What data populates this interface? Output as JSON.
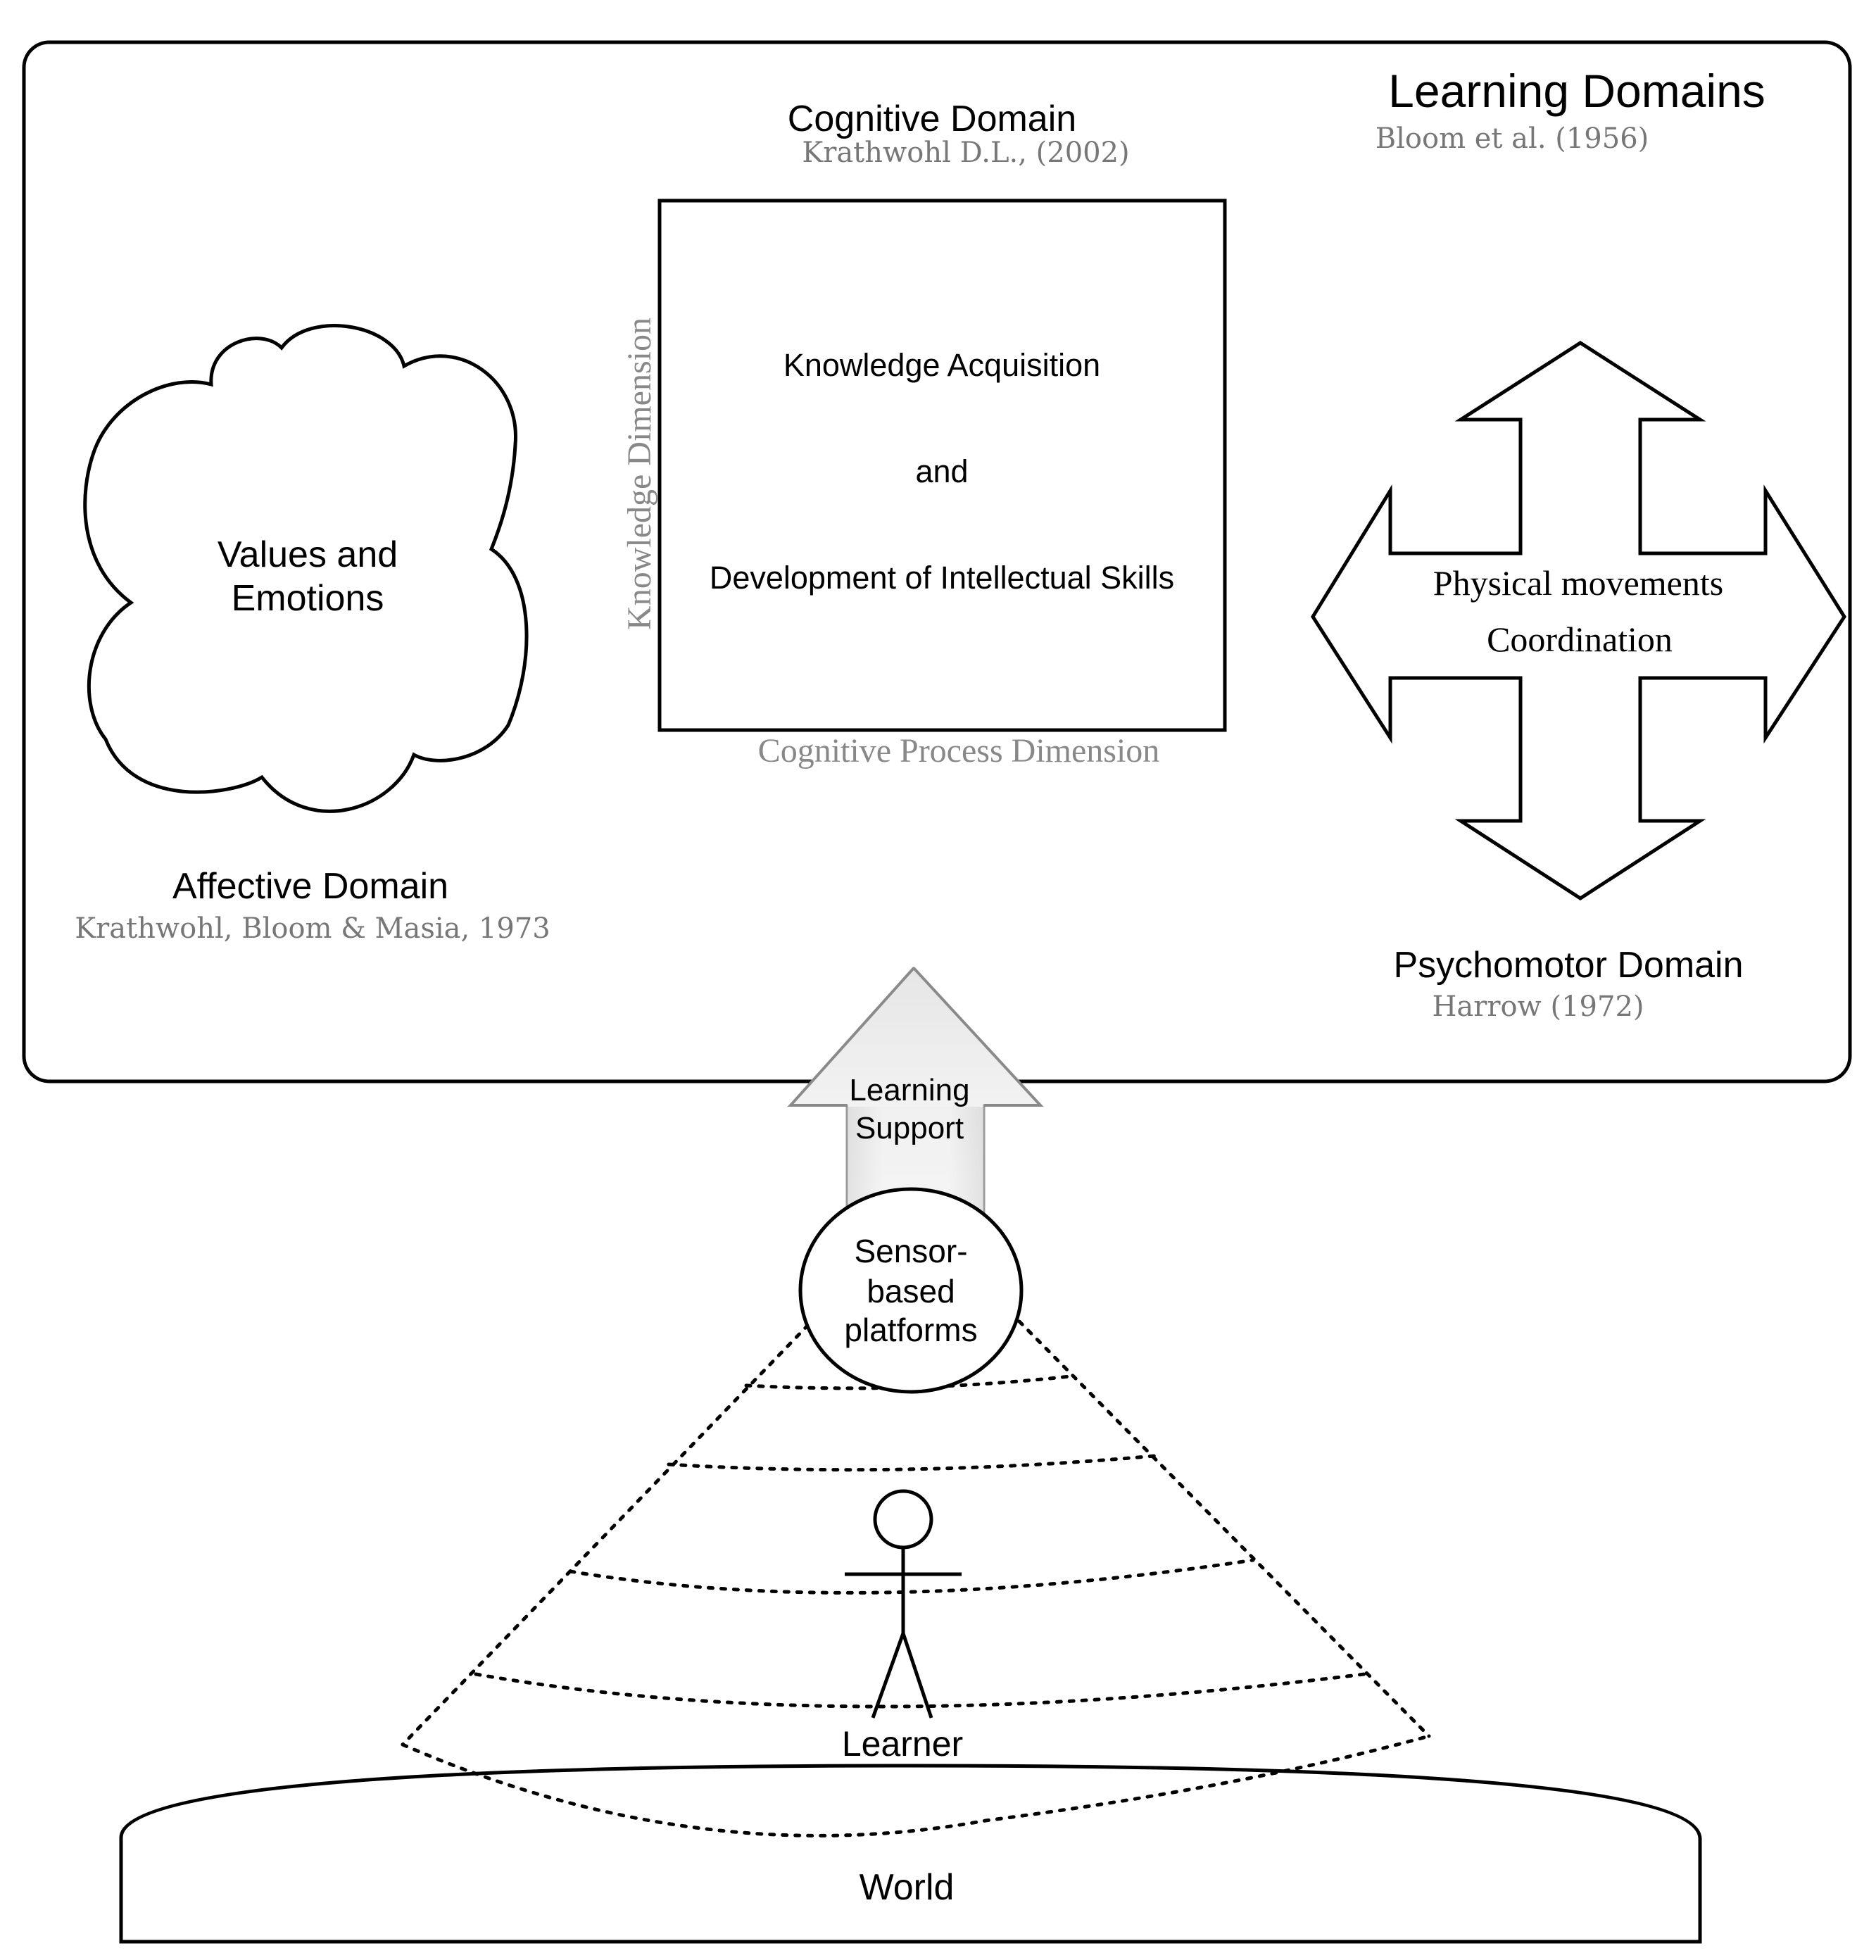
{
  "diagram": {
    "title": "Learning Domains",
    "title_citation": "Bloom et al. (1956)",
    "cognitive": {
      "label": "Cognitive Domain",
      "citation": "Krathwohl D.L., (2002)",
      "box_line1": "Knowledge Acquisition",
      "box_line2": "and",
      "box_line3": "Development of Intellectual Skills",
      "y_axis_label": "Knowledge Dimension",
      "x_axis_label": "Cognitive Process Dimension"
    },
    "affective": {
      "cloud_line1": "Values and",
      "cloud_line2": "Emotions",
      "label": "Affective Domain",
      "citation": "Krathwohl, Bloom & Masia, 1973"
    },
    "psychomotor": {
      "arrow_line1": "Physical movements",
      "arrow_line2": "Coordination",
      "label": "Psychomotor Domain",
      "citation": "Harrow (1972)"
    },
    "support_arrow": {
      "line1": "Learning",
      "line2": "Support"
    },
    "sensor": {
      "line1": "Sensor-",
      "line2": "based",
      "line3": "platforms"
    },
    "learner_label": "Learner",
    "world_label": "World"
  },
  "colors": {
    "stroke": "#000000",
    "citation_gray": "#777777",
    "arrow_gradient_top": "#dcdcdc",
    "arrow_gradient_bottom": "#ffffff"
  }
}
